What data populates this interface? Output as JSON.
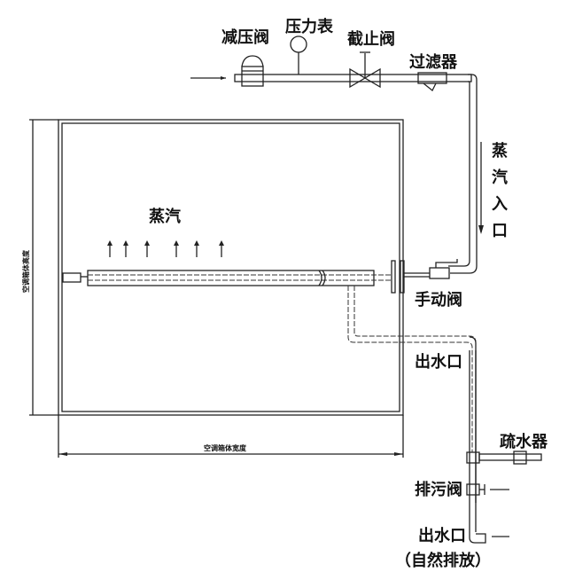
{
  "labels": {
    "pressure_reducing_valve": "减压阀",
    "pressure_gauge": "压力表",
    "stop_valve": "截止阀",
    "filter": "过滤器",
    "steam_inlet": [
      "蒸",
      "汽",
      "入",
      "口"
    ],
    "steam": "蒸汽",
    "manual_valve": "手动阀",
    "water_outlet": "出水口",
    "steam_trap": "疏水器",
    "drain_valve": "排污阀",
    "water_outlet_bottom": "出水口",
    "natural_discharge": "（自然排放）",
    "box_height": "空调箱体高度",
    "box_width": "空调箱体宽度"
  },
  "colors": {
    "line": "#222222",
    "background": "#ffffff"
  }
}
